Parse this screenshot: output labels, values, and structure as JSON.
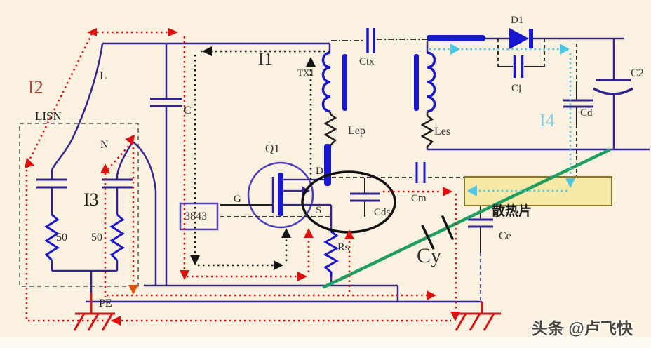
{
  "colors": {
    "background": "#fbf1e0",
    "wire_navy": "#312490",
    "component_blue": "#1a18cf",
    "loop_red": "#e01010",
    "loop_black": "#141414",
    "loop_cyan": "#49c8e8",
    "green_earth_line": "#1f9e62",
    "heatsink_fill": "#f6e8a6",
    "heatsink_border": "#8a7628",
    "ground_red": "#d81414",
    "label_i2_red": "#b03a2e",
    "label_i4_cyan": "#7ecfe4"
  },
  "loops": {
    "i1": "I1",
    "i2": "I2",
    "i3": "I3",
    "i4": "I4"
  },
  "lisn": {
    "label": "LISN",
    "line": "L",
    "neutral": "N",
    "resistor1": "50",
    "resistor2": "50",
    "earth": "PE"
  },
  "primary": {
    "bulk_cap": "C",
    "controller": "3843",
    "mosfet": "Q1",
    "gate": "G",
    "drain": "D",
    "source": "S",
    "sense_resistor": "Rs",
    "drain_source_cap": "Cds",
    "transformer": "TX1",
    "leakage_primary": "Lep",
    "interwinding_cap": "Ctx",
    "mirror_cap": "Cm"
  },
  "secondary": {
    "leakage_secondary": "Les",
    "diode": "D1",
    "junction_cap": "Cj",
    "output_cap": "C2",
    "parasitic_cap": "Cd",
    "heatsink_cap": "Ce",
    "y_cap": "Cy",
    "heatsink": "散热片"
  },
  "watermark": "头条 @卢飞快"
}
